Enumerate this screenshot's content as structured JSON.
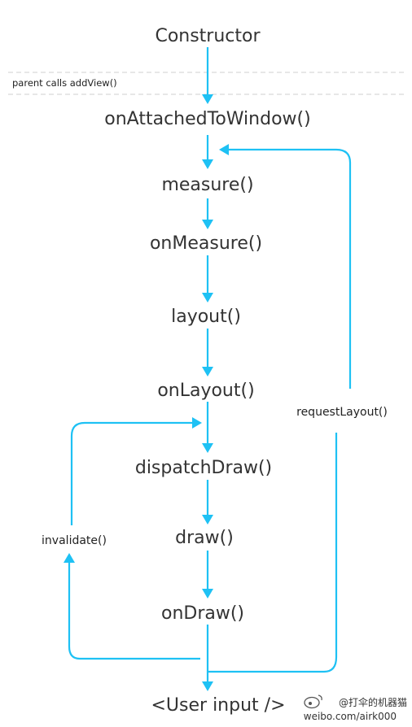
{
  "diagram": {
    "nodes": {
      "constructor": "Constructor",
      "on_attached_to_window": "onAttachedToWindow()",
      "measure": "measure()",
      "on_measure": "onMeasure()",
      "layout": "layout()",
      "on_layout": "onLayout()",
      "dispatch_draw": "dispatchDraw()",
      "draw": "draw()",
      "on_draw": "onDraw()",
      "user_input": "<User input />"
    },
    "annotations": {
      "parent_calls": "parent calls addView()",
      "request_layout": "requestLayout()",
      "invalidate": "invalidate()"
    },
    "watermark": {
      "handle": "@打伞的机器猫",
      "url": "weibo.com/airk000"
    },
    "colors": {
      "flow": "#1ec1f4",
      "text": "#333333",
      "divider": "#cfcfcf"
    }
  }
}
